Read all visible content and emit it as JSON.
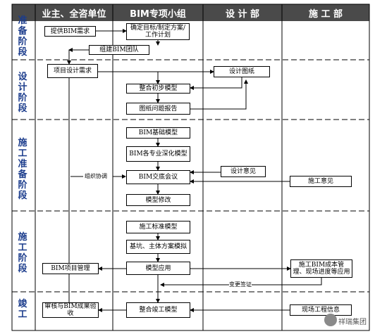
{
  "columns": [
    "业主、全咨单位",
    "BIM专项小组",
    "设 计 部",
    "施 工 部"
  ],
  "phases": [
    "准备阶段",
    "设计阶段",
    "施工准备阶段",
    "施工阶段",
    "竣工"
  ],
  "boxes": {
    "provide_bim_req": "提供BIM需求",
    "set_goals": "确定目标/制定方案/工作计划",
    "form_team": "组建BIM团队",
    "project_design_req": "项目设计需求",
    "design_drawings": "设计图纸",
    "integrate_initial": "整合初步模型",
    "drawing_issue_report": "图纸问题报告",
    "bim_base_model": "BIM基础模型",
    "bim_deepening": "BIM各专业深化模型",
    "bim_handover": "BIM交底会议",
    "design_opinion": "设计意见",
    "construction_opinion": "施工意见",
    "model_revision": "模型修改",
    "construction_std_model": "施工标准模型",
    "pit_simulation": "基坑、主体方案模拟",
    "model_application": "模型应用",
    "bim_project_mgmt": "BIM项目管理",
    "construction_bim_cost": "施工BIM成本管理、现场进度等应用",
    "integrate_completion": "整合竣工模型",
    "review_acceptance": "审核与BIM成果验收",
    "site_info": "现场工程信息"
  },
  "labels": {
    "org_coordination": "组织协调",
    "change_visa": "变更签证"
  },
  "watermark": "祥瑞集团"
}
